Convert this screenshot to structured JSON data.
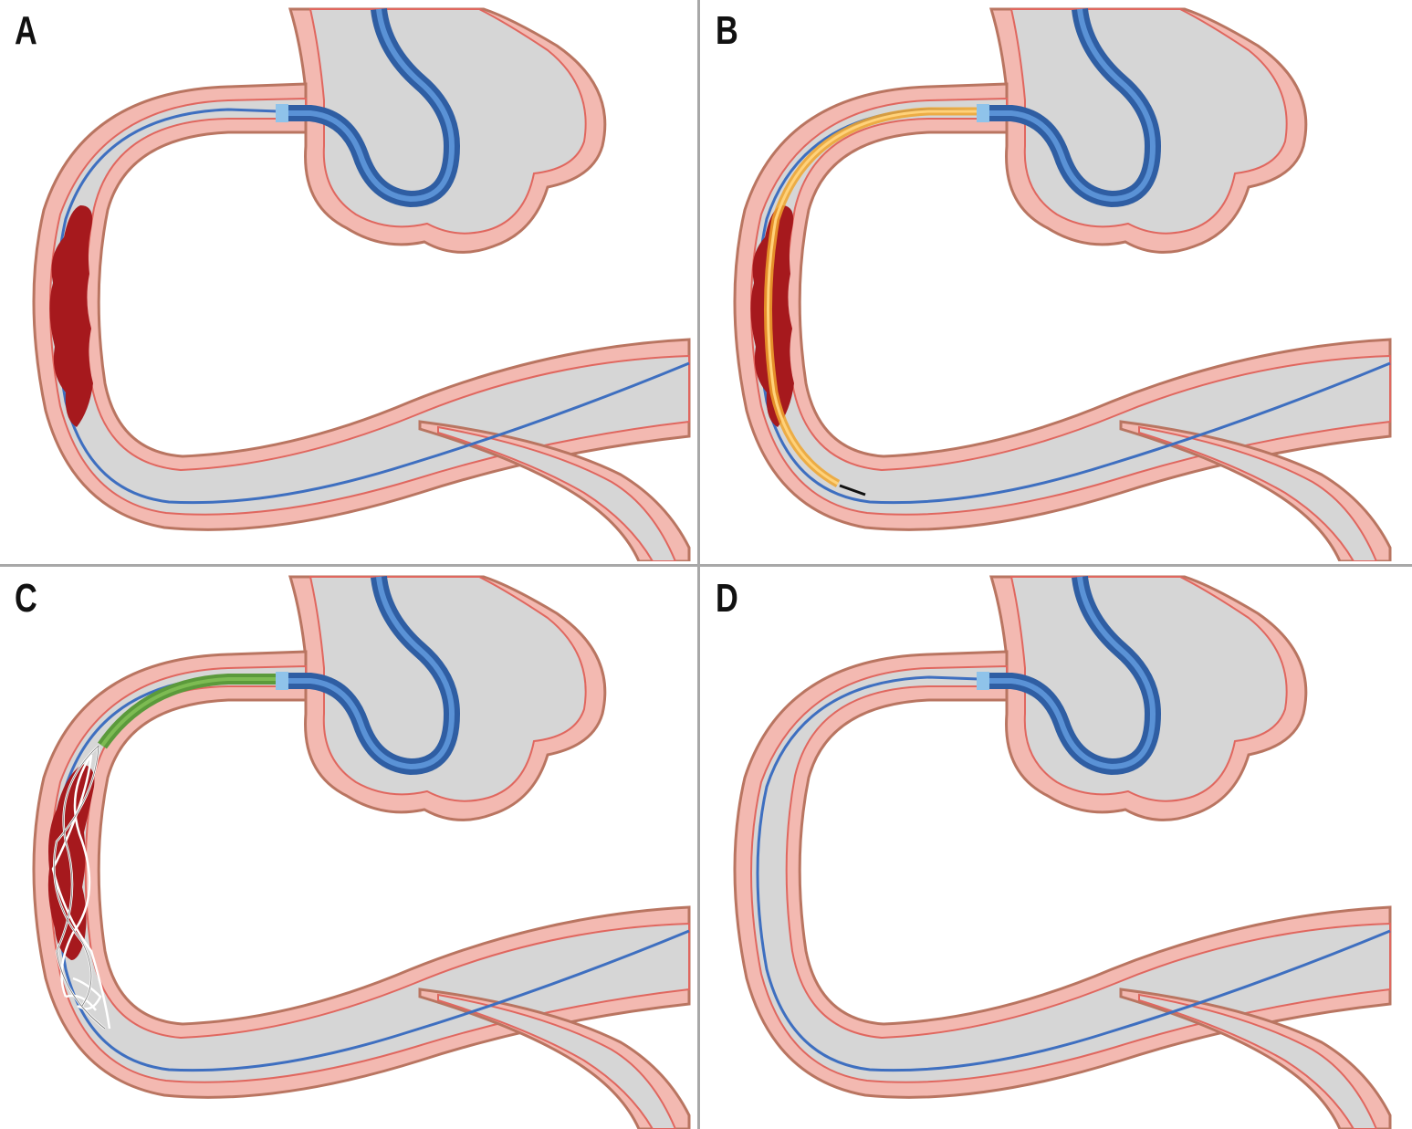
{
  "panels": [
    {
      "label": "A",
      "state": "thrombus-with-guidewire"
    },
    {
      "label": "B",
      "state": "aspiration-catheter-advanced"
    },
    {
      "label": "C",
      "state": "stent-retriever-deployed"
    },
    {
      "label": "D",
      "state": "vessel-recanalized"
    }
  ],
  "colors": {
    "vessel_wall_outer": "#b97561",
    "vessel_wall_fill": "#f3b9b1",
    "vessel_wall_inner_line": "#e0675f",
    "lumen": "#d6d6d6",
    "guide_catheter": "#3a6db4",
    "guide_catheter_tip": "#8fc3ea",
    "microwire": "#3e6fc0",
    "thrombus": "#a6191d",
    "aspiration_catheter": "#f0a42c",
    "microcatheter": "#5b9a3b",
    "stent_struts": "#ffffff",
    "wire_tip": "#111111",
    "divider": "#a8a8a8"
  },
  "icons": [
    "vessel-diagram",
    "thrombus-icon",
    "catheter-icon",
    "stent-retriever-icon"
  ]
}
